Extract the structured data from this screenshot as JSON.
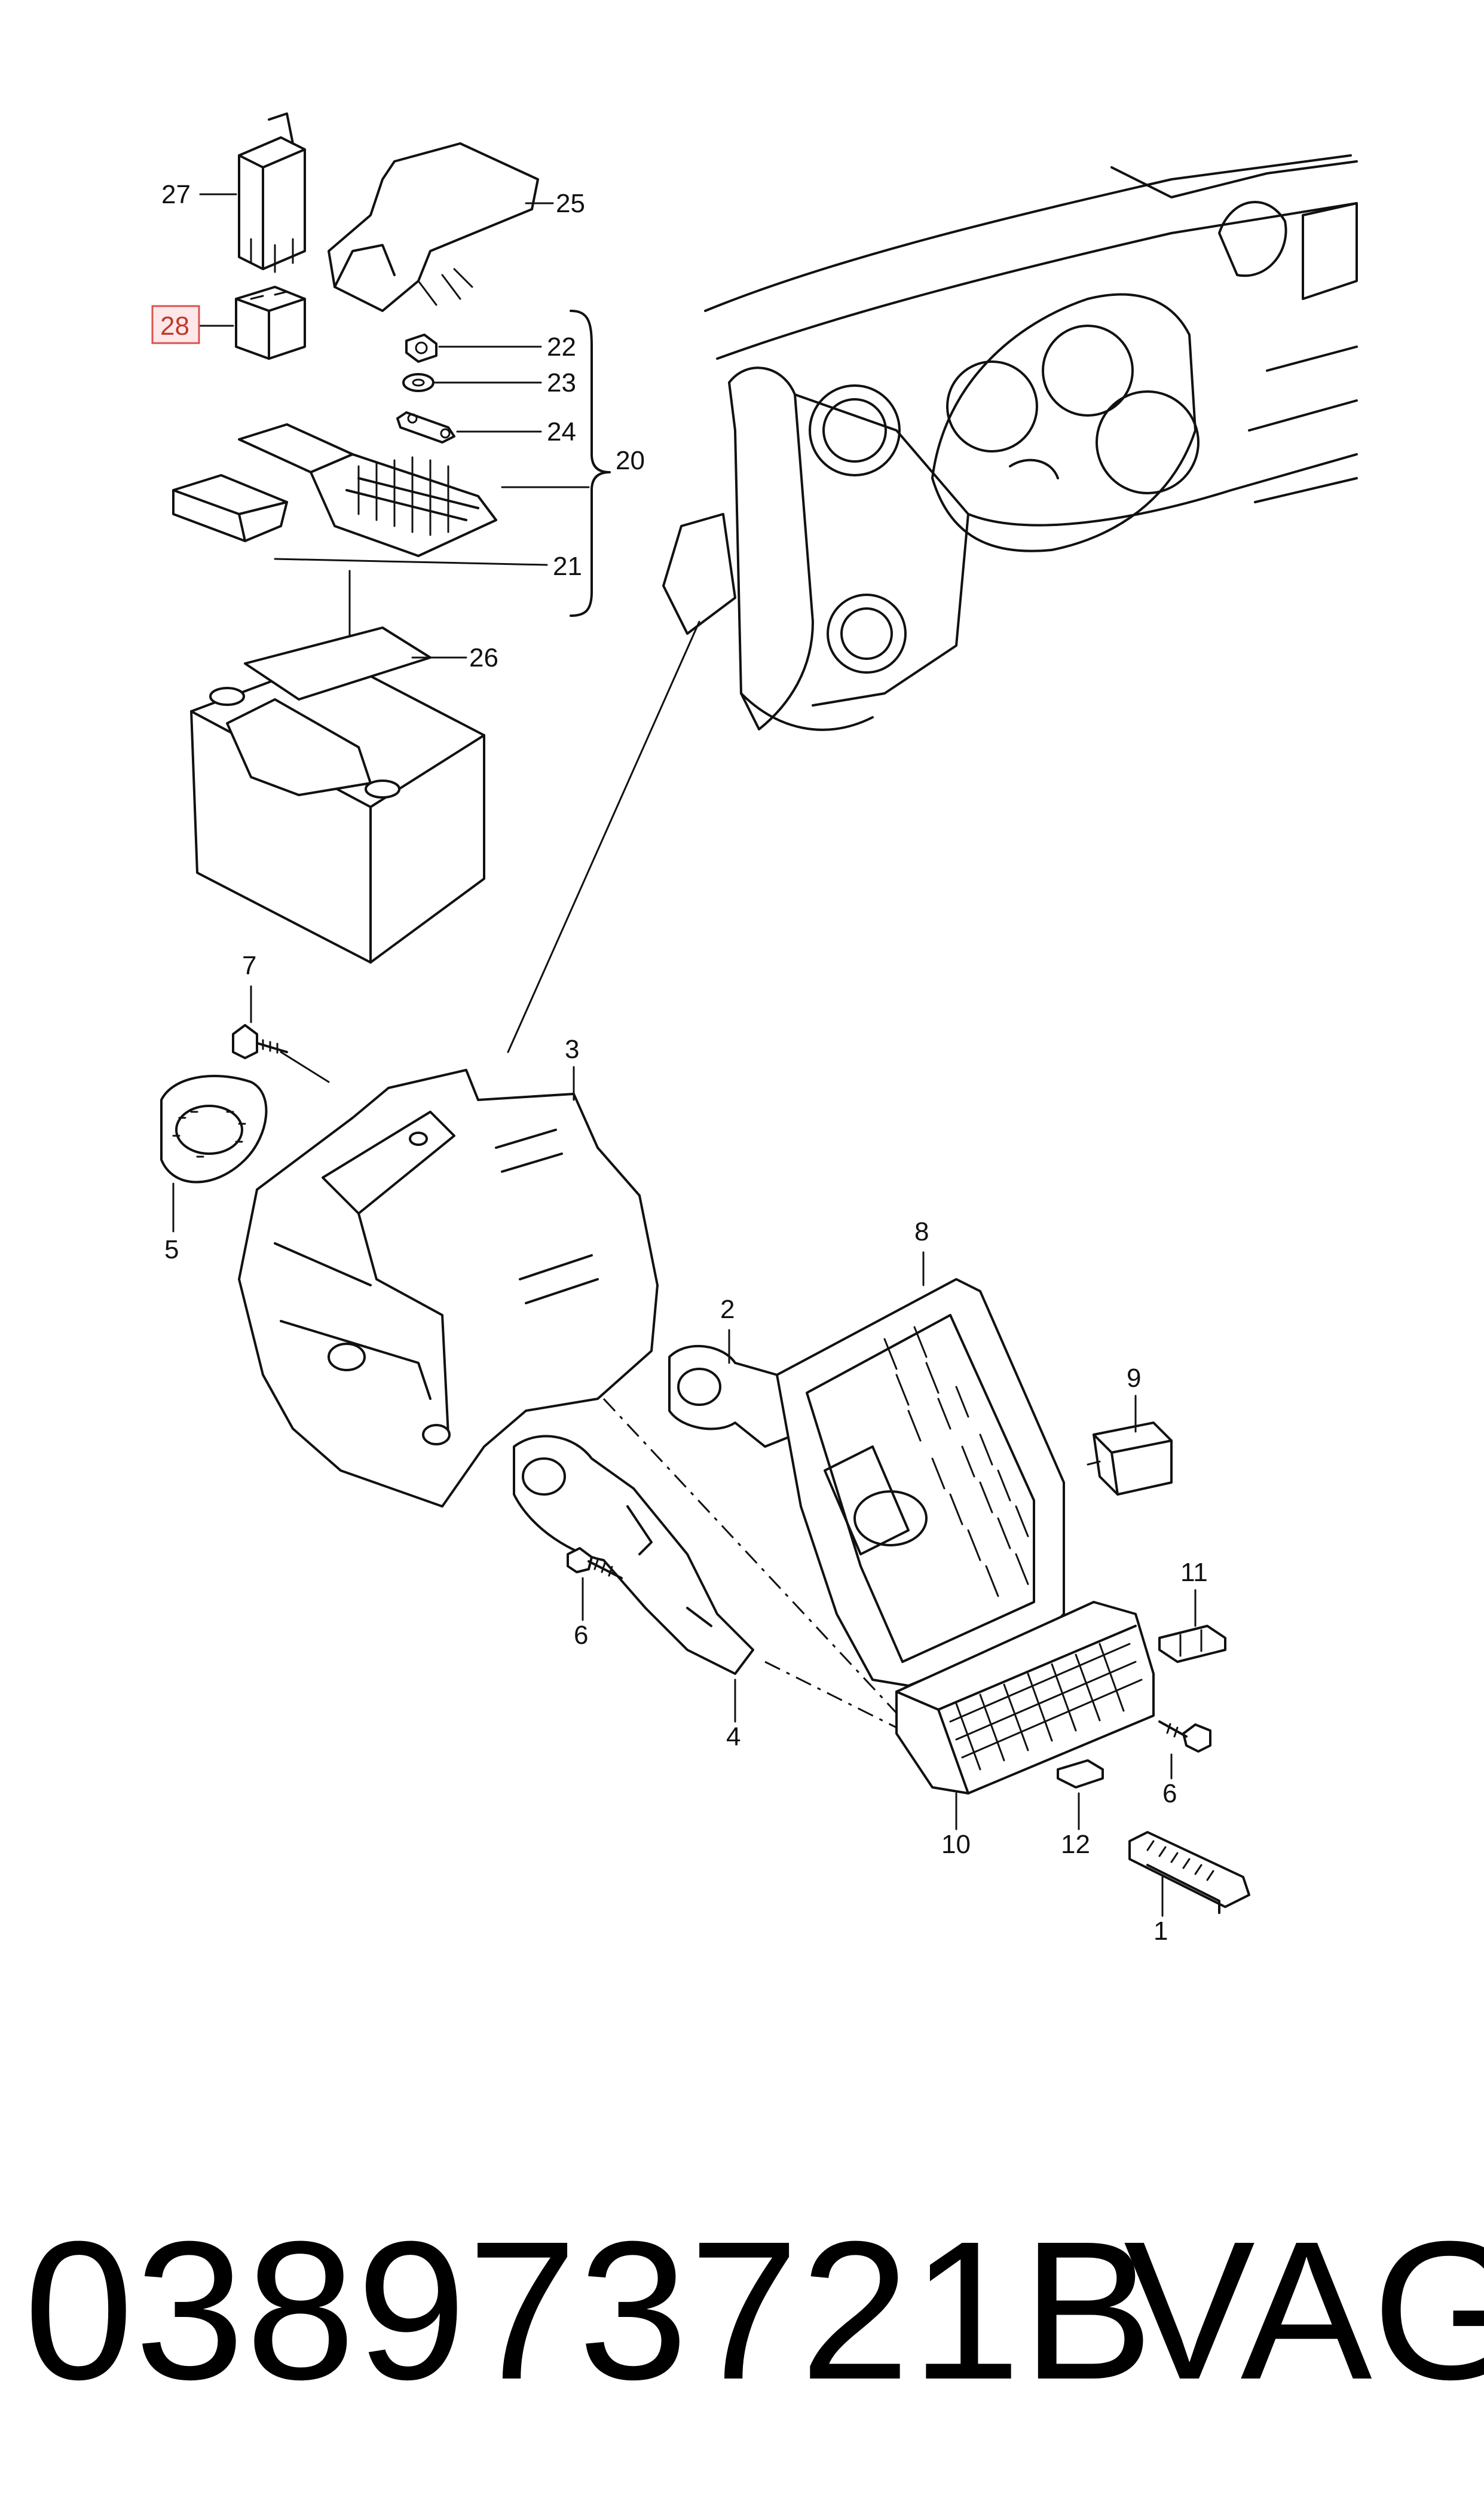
{
  "diagram": {
    "callouts": {
      "c1": "1",
      "c2": "2",
      "c3": "3",
      "c4": "4",
      "c5": "5",
      "c6a": "6",
      "c6b": "6",
      "c7": "7",
      "c8": "8",
      "c9": "9",
      "c10": "10",
      "c11": "11",
      "c12": "12",
      "c20": "20",
      "c21": "21",
      "c22": "22",
      "c23": "23",
      "c24": "24",
      "c25": "25",
      "c26": "26",
      "c27": "27",
      "c28": "28"
    },
    "highlighted_callout": "28",
    "highlight_color": "#d9534f"
  },
  "footer": {
    "part_number": "038973721B",
    "brand": "VAG"
  }
}
